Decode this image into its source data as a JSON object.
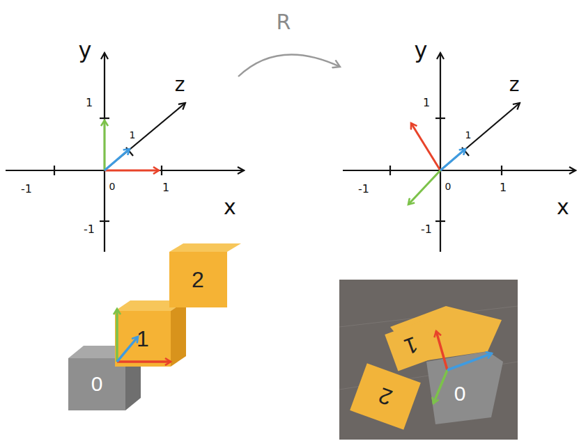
{
  "diagram": {
    "nodes": [
      {
        "text": [
          "0"
        ]
      },
      {
        "text": [
          "1"
        ]
      },
      {
        "text": [
          "2"
        ]
      },
      {
        "text": [
          "1"
        ]
      },
      {
        "text": [
          "2"
        ]
      },
      {
        "text": [
          "0"
        ]
      }
    ],
    "labels": [
      "R",
      "y",
      "1",
      "z",
      "1",
      "-1",
      "0",
      "1",
      "x",
      "-1",
      "y",
      "1",
      "z",
      "1",
      "-1",
      "0",
      "1",
      "x",
      "-1"
    ]
  }
}
